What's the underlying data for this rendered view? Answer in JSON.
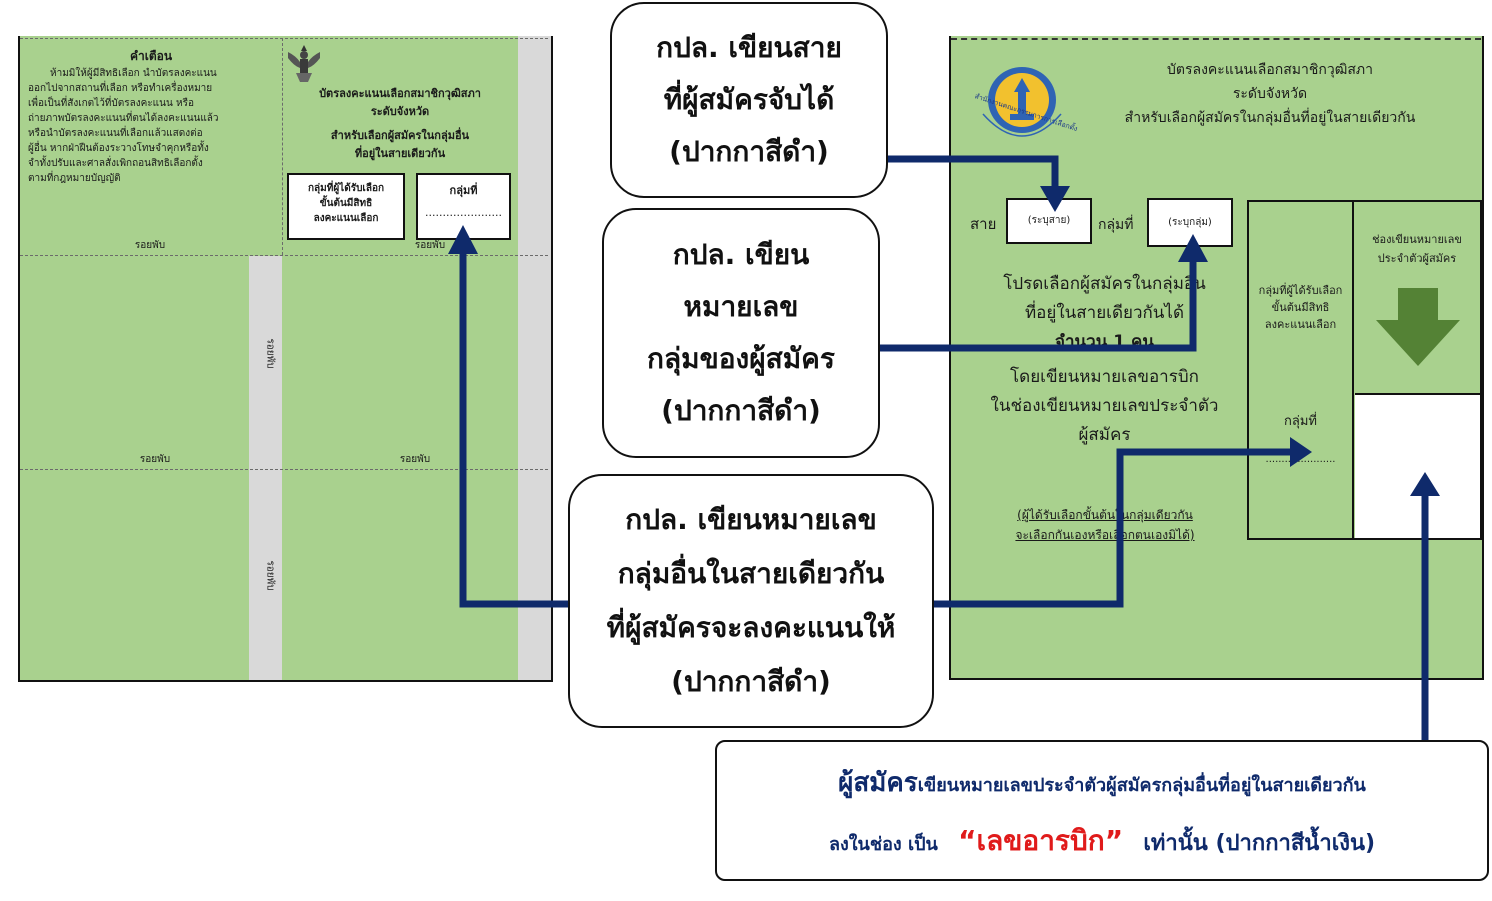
{
  "left_ballot": {
    "warning_title": "คำเตือน",
    "warning_lines": [
      "ห้ามมิให้ผู้มีสิทธิเลือก นำบัตรลงคะแนน",
      "ออกไปจากสถานที่เลือก หรือทำเครื่องหมาย",
      "เพื่อเป็นที่สังเกตไว้ที่บัตรลงคะแนน หรือ",
      "ถ่ายภาพบัตรลงคะแนนที่ตนได้ลงคะแนนแล้ว",
      "หรือนำบัตรลงคะแนนที่เลือกแล้วแสดงต่อ",
      "ผู้อื่น หากฝ่าฝืนต้องระวางโทษจำคุกหรือทั้ง",
      "จำทั้งปรับและศาลสั่งเพิกถอนสิทธิเลือกตั้ง",
      "ตามที่กฎหมายบัญญัติ"
    ],
    "title_lines": [
      "บัตรลงคะแนนเลือกสมาชิกวุฒิสภา",
      "ระดับจังหวัด",
      "สำหรับเลือกผู้สมัครในกลุ่มอื่น",
      "ที่อยู่ในสายเดียวกัน"
    ],
    "box1_lines": [
      "กลุ่มที่ผู้ได้รับเลือก",
      "ขั้นต้นมีสิทธิ",
      "ลงคะแนนเลือก"
    ],
    "box2_label": "กลุ่มที่",
    "box2_dots": "......................",
    "fold_label": "รอยพับ"
  },
  "right_ballot": {
    "title_lines": [
      "บัตรลงคะแนนเลือกสมาชิกวุฒิสภา",
      "ระดับจังหวัด",
      "สำหรับเลือกผู้สมัครในกลุ่มอื่นที่อยู่ในสายเดียวกัน"
    ],
    "logo_text": "สำนักงานคณะกรรมการการเลือกตั้ง",
    "line_label": "สาย",
    "line_placeholder": "(ระบุสาย)",
    "group_label": "กลุ่มที่",
    "group_placeholder": "(ระบุกลุ่ม)",
    "instruction_lines": [
      "โปรดเลือกผู้สมัครในกลุ่มอื่น",
      "ที่อยู่ในสายเดียวกันได้",
      "จำนวน 1 คน",
      "โดยเขียนหมายเลขอารบิก",
      "ในช่องเขียนหมายเลขประจำตัว",
      "ผู้สมัคร"
    ],
    "note_lines": [
      "(ผู้ได้รับเลือกขั้นต้นในกลุ่มเดียวกัน",
      "จะเลือกกันเองหรือเลือกตนเองมิได้)"
    ],
    "col1_lines": [
      "กลุ่มที่ผู้ได้รับเลือก",
      "ขั้นต้นมีสิทธิ",
      "ลงคะแนนเลือก"
    ],
    "col1_group_label": "กลุ่มที่",
    "col1_dots": "......................",
    "col2_lines": [
      "ช่องเขียนหมายเลข",
      "ประจำตัวผู้สมัคร"
    ]
  },
  "callouts": {
    "c1": [
      "กปล. เขียนสาย",
      "ที่ผู้สมัครจับได้",
      "(ปากกาสีดำ)"
    ],
    "c2": [
      "กปล. เขียน",
      "หมายเลข",
      "กลุ่มของผู้สมัคร",
      "(ปากกาสีดำ)"
    ],
    "c3": [
      "กปล. เขียนหมายเลข",
      "กลุ่มอื่นในสายเดียวกัน",
      "ที่ผู้สมัครจะลงคะแนนให้",
      "(ปากกาสีดำ)"
    ]
  },
  "bottom_note": {
    "candidate": "ผู้สมัคร",
    "line1_rest": "เขียนหมายเลขประจำตัวผู้สมัครกลุ่มอื่นที่อยู่ในสายเดียวกัน",
    "line2_pre": "ลงในช่อง เป็น",
    "highlight": "“เลขอารบิก”",
    "line2_post": "เท่านั้น (ปากกาสีน้ำเงิน)"
  },
  "colors": {
    "ballot_green": "#a9d18e",
    "arrow_navy": "#0f2a6b",
    "down_arrow": "#548235",
    "highlight_red": "#e01b1b"
  }
}
